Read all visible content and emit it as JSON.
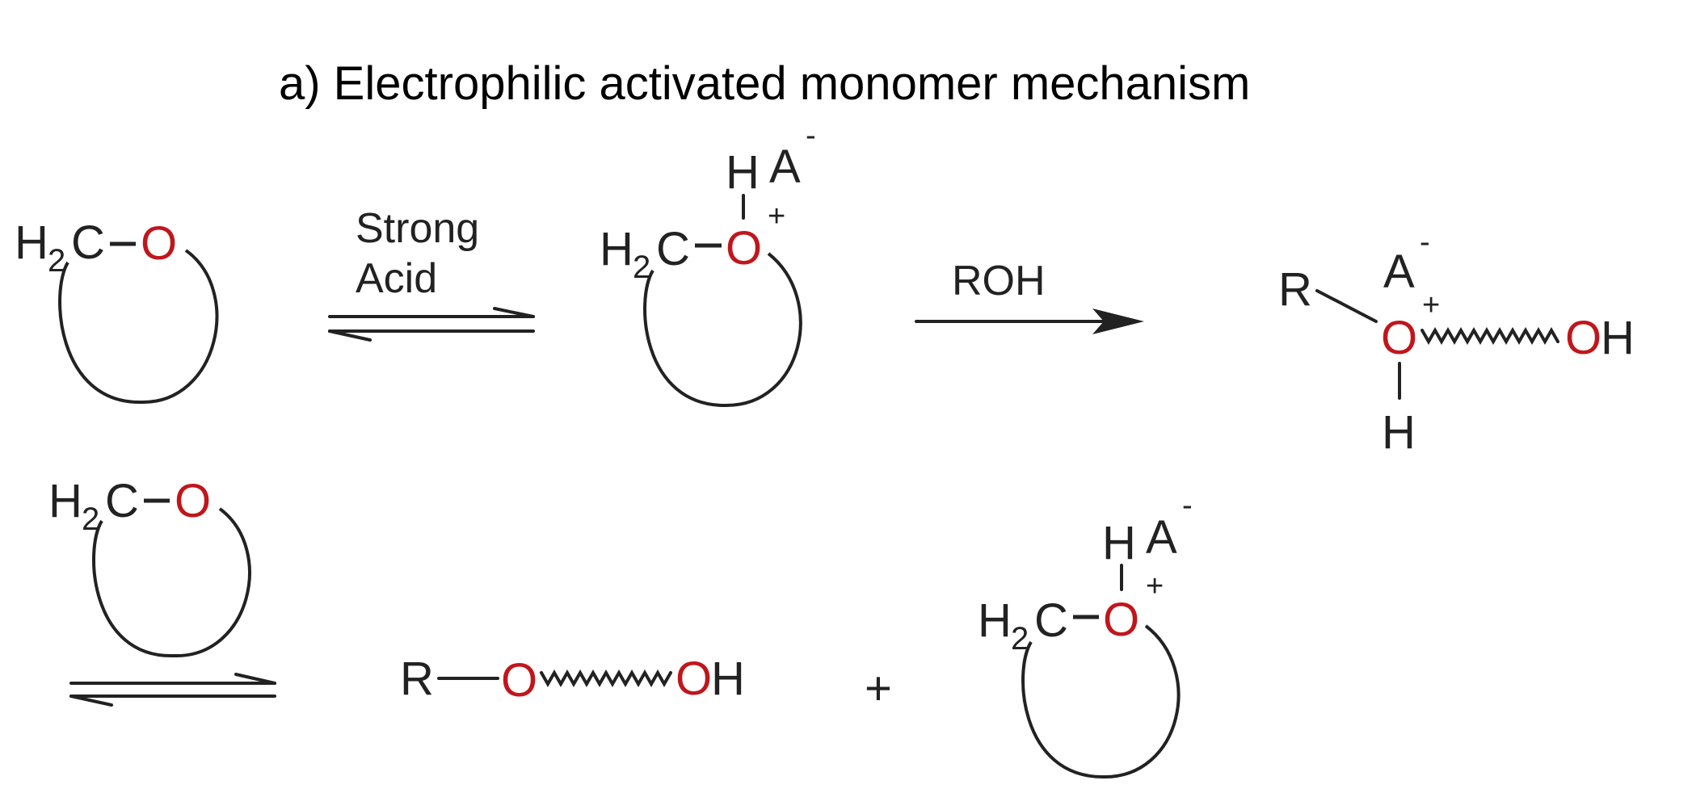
{
  "title": "a) Electrophilic activated monomer mechanism",
  "colors": {
    "bond": "#222222",
    "text": "#222222",
    "oxygen": "#c0161c",
    "background": "#ffffff"
  },
  "atoms": {
    "h": "H",
    "subscript_2": "2",
    "c": "C",
    "o": "O",
    "a": "A",
    "r": "R",
    "oh_o": "O",
    "oh_h": "H"
  },
  "charges": {
    "minus": "-",
    "plus": "+"
  },
  "conditions": {
    "strong": "Strong",
    "acid": "Acid",
    "roh": "ROH"
  },
  "plus_sign": "+"
}
